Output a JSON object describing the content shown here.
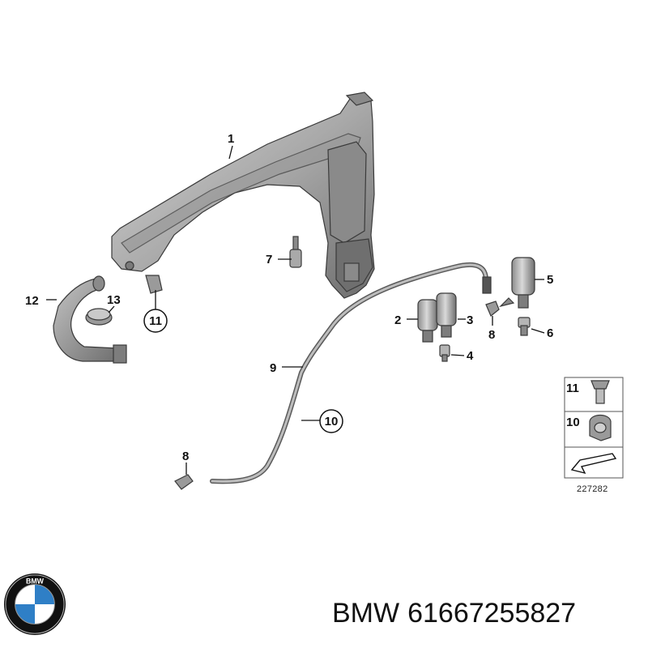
{
  "callouts": [
    {
      "id": "c1",
      "label": "1"
    },
    {
      "id": "c2",
      "label": "2"
    },
    {
      "id": "c3",
      "label": "3"
    },
    {
      "id": "c4",
      "label": "4"
    },
    {
      "id": "c5",
      "label": "5"
    },
    {
      "id": "c6",
      "label": "6"
    },
    {
      "id": "c7",
      "label": "7"
    },
    {
      "id": "c8a",
      "label": "8"
    },
    {
      "id": "c8b",
      "label": "8"
    },
    {
      "id": "c9",
      "label": "9"
    },
    {
      "id": "c10",
      "label": "10"
    },
    {
      "id": "c11",
      "label": "11"
    },
    {
      "id": "c12",
      "label": "12"
    },
    {
      "id": "c13",
      "label": "13"
    }
  ],
  "legend": {
    "items": [
      {
        "label": "11"
      },
      {
        "label": "10"
      }
    ],
    "reference_number": "227282"
  },
  "footer": {
    "brand": "BMW",
    "part_number": "61667255827",
    "logo_letters": "BMW"
  },
  "colors": {
    "part_fill": "#b9b9b9",
    "part_dark": "#7c7c7c",
    "line": "#111111",
    "logo_blue": "#2f7fc6",
    "logo_ring": "#1a1a1a"
  }
}
